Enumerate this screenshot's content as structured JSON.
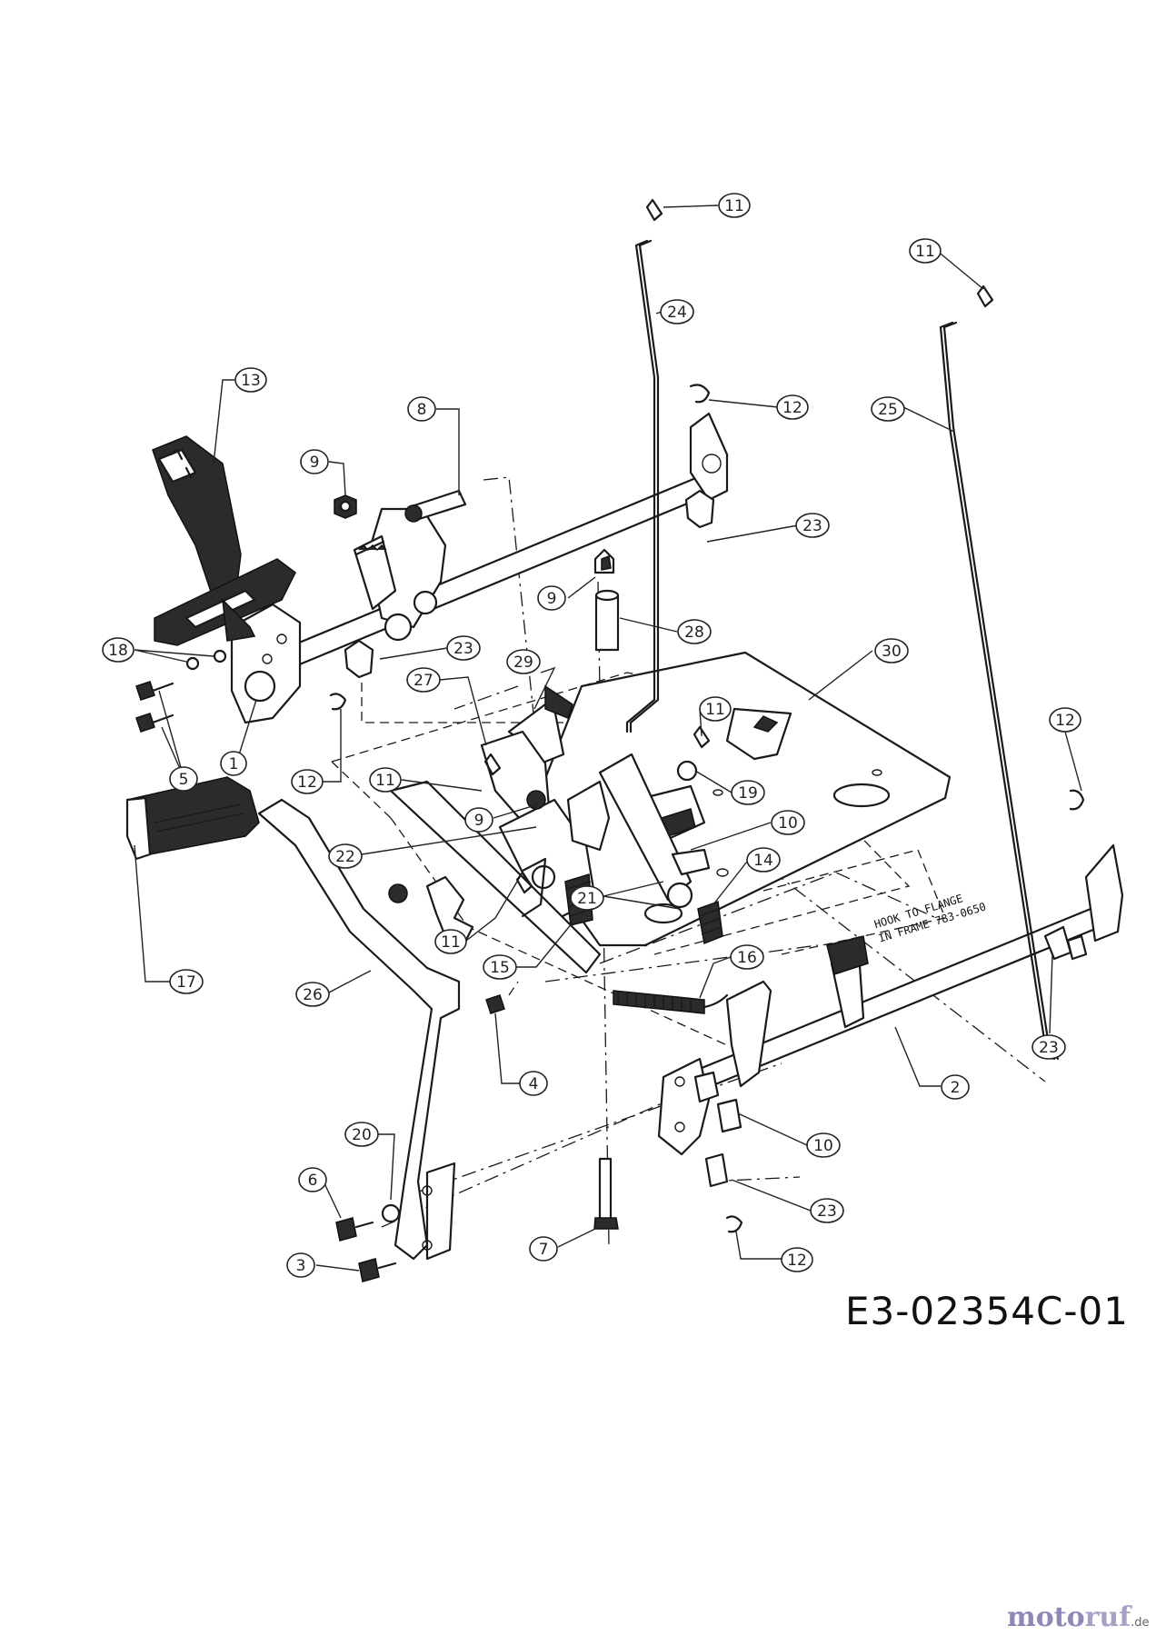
{
  "diagram": {
    "drawing_code": "E3-02354C-01",
    "note": [
      "HOOK TO FLANGE",
      "IN FRAME 783-0650"
    ],
    "callouts": [
      {
        "id": "c-11a",
        "label": "11"
      },
      {
        "id": "c-11b",
        "label": "11"
      },
      {
        "id": "c-24",
        "label": "24"
      },
      {
        "id": "c-12a",
        "label": "12"
      },
      {
        "id": "c-25",
        "label": "25"
      },
      {
        "id": "c-13",
        "label": "13"
      },
      {
        "id": "c-8",
        "label": "8"
      },
      {
        "id": "c-9a",
        "label": "9"
      },
      {
        "id": "c-23a",
        "label": "23"
      },
      {
        "id": "c-9b",
        "label": "9"
      },
      {
        "id": "c-28",
        "label": "28"
      },
      {
        "id": "c-30",
        "label": "30"
      },
      {
        "id": "c-18",
        "label": "18"
      },
      {
        "id": "c-23b",
        "label": "23"
      },
      {
        "id": "c-29",
        "label": "29"
      },
      {
        "id": "c-27",
        "label": "27"
      },
      {
        "id": "c-11c",
        "label": "11"
      },
      {
        "id": "c-12b",
        "label": "12"
      },
      {
        "id": "c-5",
        "label": "5"
      },
      {
        "id": "c-1",
        "label": "1"
      },
      {
        "id": "c-12c",
        "label": "12"
      },
      {
        "id": "c-11d",
        "label": "11"
      },
      {
        "id": "c-19",
        "label": "19"
      },
      {
        "id": "c-9c",
        "label": "9"
      },
      {
        "id": "c-10a",
        "label": "10"
      },
      {
        "id": "c-22",
        "label": "22"
      },
      {
        "id": "c-14",
        "label": "14"
      },
      {
        "id": "c-21",
        "label": "21"
      },
      {
        "id": "c-11e",
        "label": "11"
      },
      {
        "id": "c-15",
        "label": "15"
      },
      {
        "id": "c-17",
        "label": "17"
      },
      {
        "id": "c-26",
        "label": "26"
      },
      {
        "id": "c-16",
        "label": "16"
      },
      {
        "id": "c-23c",
        "label": "23"
      },
      {
        "id": "c-4",
        "label": "4"
      },
      {
        "id": "c-2",
        "label": "2"
      },
      {
        "id": "c-20",
        "label": "20"
      },
      {
        "id": "c-10b",
        "label": "10"
      },
      {
        "id": "c-6",
        "label": "6"
      },
      {
        "id": "c-23d",
        "label": "23"
      },
      {
        "id": "c-7",
        "label": "7"
      },
      {
        "id": "c-3",
        "label": "3"
      },
      {
        "id": "c-12d",
        "label": "12"
      }
    ]
  },
  "brand": {
    "name_a": "moto",
    "name_b": "ruf",
    "suffix": ".de"
  }
}
